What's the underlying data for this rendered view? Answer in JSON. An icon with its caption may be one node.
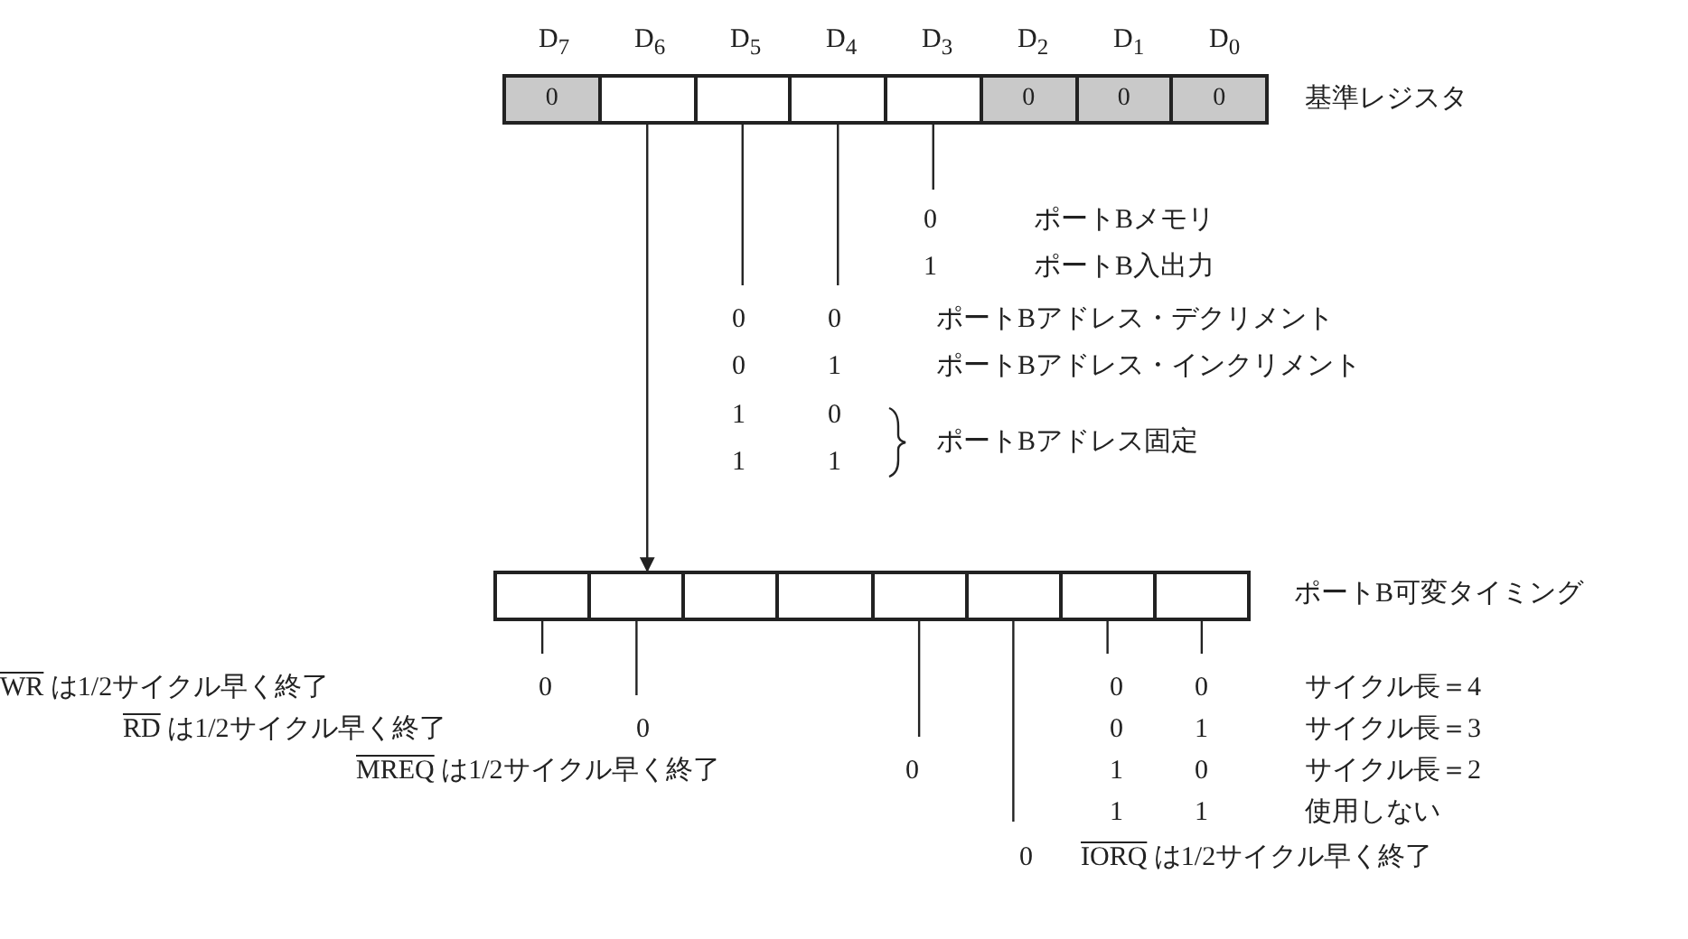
{
  "diagram": {
    "nodes": [
      {
        "text": [],
        "shape": "box",
        "beside": [
          "基準レジスタ"
        ]
      },
      {
        "text": [
          "0"
        ],
        "in": 0
      },
      {
        "text": [],
        "shape": "box",
        "in": 0
      },
      {
        "text": [],
        "shape": "box",
        "in": 0
      },
      {
        "text": [],
        "shape": "box",
        "in": 0
      },
      {
        "text": [],
        "shape": "box",
        "in": 0
      },
      {
        "text": [
          "0"
        ],
        "in": 0
      },
      {
        "text": [
          "0"
        ],
        "in": 0
      },
      {
        "text": [
          "0"
        ],
        "in": 0
      },
      {
        "text": [],
        "shape": "box",
        "beside": [
          "ポートB可変タイミング"
        ]
      },
      {
        "text": [],
        "shape": "box",
        "in": 9
      },
      {
        "text": [],
        "shape": "box",
        "in": 9
      },
      {
        "text": [],
        "shape": "box",
        "in": 9
      },
      {
        "text": [],
        "shape": "box",
        "in": 9
      },
      {
        "text": [],
        "shape": "box",
        "in": 9
      },
      {
        "text": [],
        "shape": "box",
        "in": 9
      },
      {
        "text": [],
        "shape": "box",
        "in": 9
      },
      {
        "text": [],
        "shape": "box",
        "in": 9
      }
    ],
    "edges": [
      {
        "from": 2,
        "to": 11,
        "arrow": "to"
      },
      {
        "from": 3,
        "to": null,
        "arrow": "none"
      },
      {
        "from": 4,
        "to": null,
        "arrow": "none"
      },
      {
        "from": 5,
        "to": null,
        "arrow": "none"
      },
      {
        "from": 10,
        "to": null,
        "arrow": "none"
      },
      {
        "from": 11,
        "to": null,
        "arrow": "none"
      },
      {
        "from": 14,
        "to": null,
        "arrow": "none"
      },
      {
        "from": 15,
        "to": null,
        "arrow": "none"
      },
      {
        "from": 16,
        "to": null,
        "arrow": "none"
      },
      {
        "from": 17,
        "to": null,
        "arrow": "none"
      }
    ],
    "labels": [
      "D$_{7}$",
      "D$_{6}$",
      "D$_{5}$",
      "D$_{4}$",
      "D$_{3}$",
      "D$_{2}$",
      "D$_{1}$",
      "D$_{0}$",
      "0",
      "ポートBメモリ",
      "1",
      "ポートB入出力",
      "0",
      "0",
      "ポートBアドレス・デクリメント",
      "0",
      "1",
      "ポートBアドレス・インクリメント",
      "1",
      "0",
      "ポートBアドレス固定",
      "1",
      "1",
      "WR は1/2サイクル早く終了",
      "0",
      "0",
      "0",
      "サイクル長＝4",
      "RD は1/2サイクル早く終了",
      "0",
      "0",
      "1",
      "サイクル長＝3",
      "MREQ は1/2サイクル早く終了",
      "0",
      "1",
      "0",
      "サイクル長＝2",
      "1",
      "1",
      "使用しない",
      "0",
      "IORQ は1/2サイクル早く終了"
    ]
  }
}
